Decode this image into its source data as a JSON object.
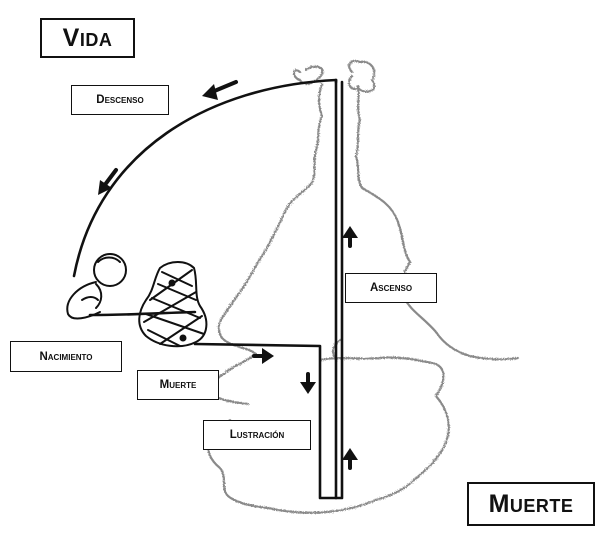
{
  "title": "Vida",
  "footer_label": "Muerte",
  "labels": {
    "descenso": "Descenso",
    "ascenso": "Ascenso",
    "nacimiento": "Nacimiento",
    "muerte": "Muerte",
    "lustracion": "Lustración"
  },
  "icons": [
    "arrow-icon",
    "infant-figure",
    "wrapped-bundle-figure",
    "mountain-sketch"
  ],
  "colors": {
    "ink": "#111111",
    "sketch": "#8a8a8a",
    "background": "#ffffff"
  }
}
